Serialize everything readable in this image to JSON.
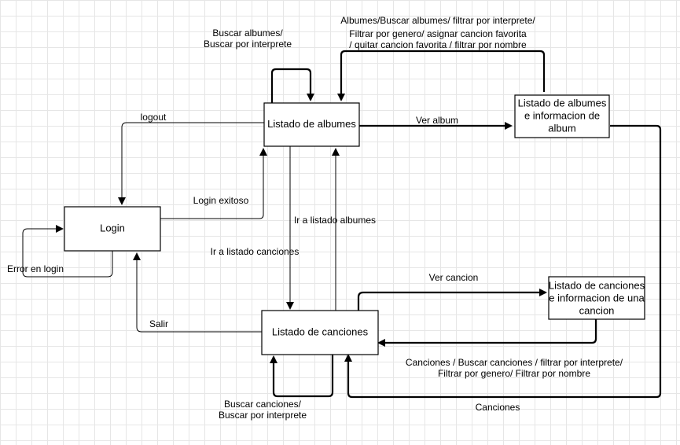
{
  "nodes": {
    "login": "Login",
    "albums": "Listado de albumes",
    "album_info": [
      "Listado de albumes",
      "e informacion de",
      "album"
    ],
    "songs": "Listado de canciones",
    "song_info": [
      "Listado de canciones",
      "e informacion de una",
      "cancion"
    ]
  },
  "edges": {
    "albums_self": [
      "Buscar albumes/",
      "Buscar por interprete"
    ],
    "album_info_to_albums": [
      "Albumes/Buscar albumes/ filtrar por interprete/",
      "Filtrar por genero/ asignar cancion favorita",
      "/ quitar cancion favorita / filtrar por nombre"
    ],
    "logout": "logout",
    "ver_album": "Ver album",
    "login_exitoso": "Login exitoso",
    "ir_albumes": "Ir a listado albumes",
    "ir_canciones": "Ir a listado canciones",
    "error_login": "Error en login",
    "ver_cancion": "Ver cancion",
    "salir": "Salir",
    "song_info_to_songs": [
      "Canciones / Buscar canciones / filtrar por interprete/",
      "Filtrar por genero/ Filtrar por nombre"
    ],
    "canciones": "Canciones",
    "songs_self": [
      "Buscar canciones/",
      "Buscar por interprete"
    ]
  }
}
